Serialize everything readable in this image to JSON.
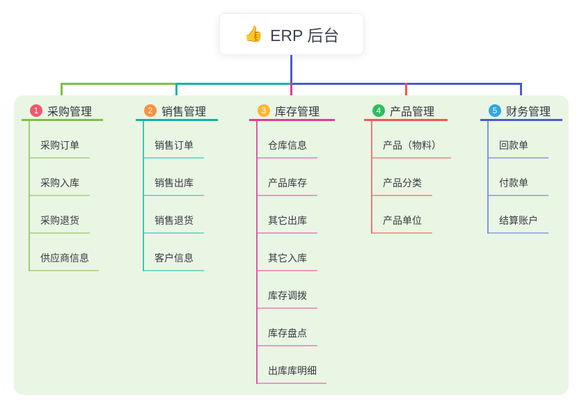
{
  "root": {
    "icon": "👍",
    "label": "ERP 后台"
  },
  "colors": {
    "panel_bg": "#e9f6e3",
    "root_line": "#4a5cd0",
    "root_text": "#3c4254"
  },
  "branches": [
    {
      "number": "1",
      "title": "采购管理",
      "colors": {
        "badge": "#f4576c",
        "main": "#7cc144",
        "line": "#9ccd7d",
        "child": "#b4d998"
      },
      "children": [
        "采购订单",
        "采购入库",
        "采购退货",
        "供应商信息"
      ]
    },
    {
      "number": "2",
      "title": "销售管理",
      "colors": {
        "badge": "#f7913e",
        "main": "#12b5a5",
        "line": "#3ec6b6",
        "child": "#7ad9cb"
      },
      "children": [
        "销售订单",
        "销售出库",
        "销售退货",
        "客户信息"
      ]
    },
    {
      "number": "3",
      "title": "库存管理",
      "colors": {
        "badge": "#f6b735",
        "main": "#e03c92",
        "line": "#e4589f",
        "child": "#f095c4"
      },
      "children": [
        "仓库信息",
        "产品库存",
        "其它出库",
        "其它入库",
        "库存调拨",
        "库存盘点",
        "出库库明细"
      ]
    },
    {
      "number": "4",
      "title": "产品管理",
      "colors": {
        "badge": "#2ebd5f",
        "main": "#f85355",
        "line": "#f47474",
        "child": "#f59a93"
      },
      "children": [
        "产品（物料）",
        "产品分类",
        "产品单位"
      ]
    },
    {
      "number": "5",
      "title": "财务管理",
      "colors": {
        "badge": "#2da8e0",
        "main": "#4a5cd0",
        "line": "#8496dc",
        "child": "#9fb0e6"
      },
      "children": [
        "回款单",
        "付款单",
        "结算账户"
      ]
    }
  ]
}
